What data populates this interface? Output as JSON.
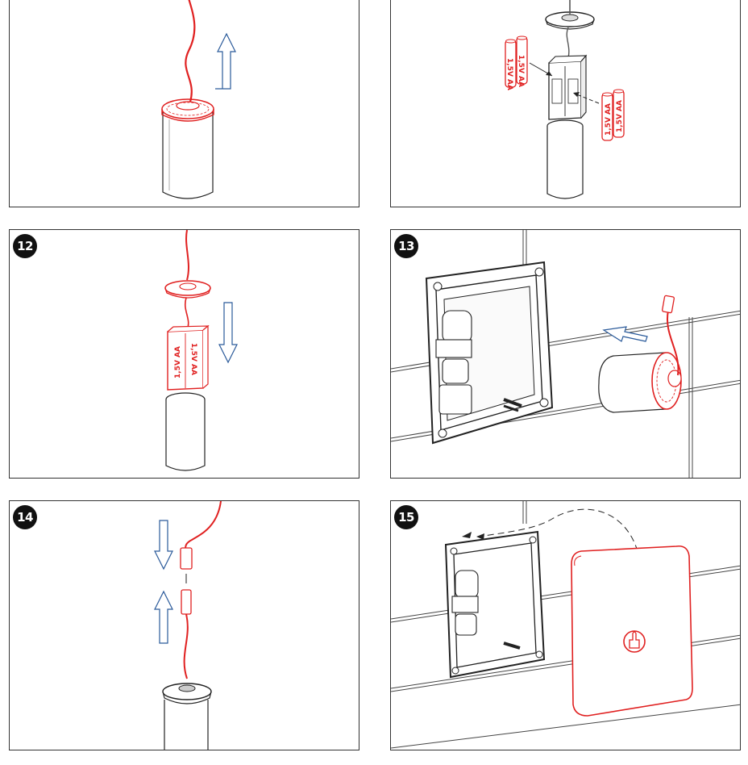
{
  "steps": [
    {
      "id": "p10",
      "number": ""
    },
    {
      "id": "p11",
      "number": ""
    },
    {
      "id": "p12",
      "number": "12"
    },
    {
      "id": "p13",
      "number": "13"
    },
    {
      "id": "p14",
      "number": "14"
    },
    {
      "id": "p15",
      "number": "15"
    }
  ],
  "battery_label": "1,5V AA",
  "colors": {
    "highlight": "#e02020",
    "arrow": "#2a5a9a",
    "line": "#222222"
  }
}
